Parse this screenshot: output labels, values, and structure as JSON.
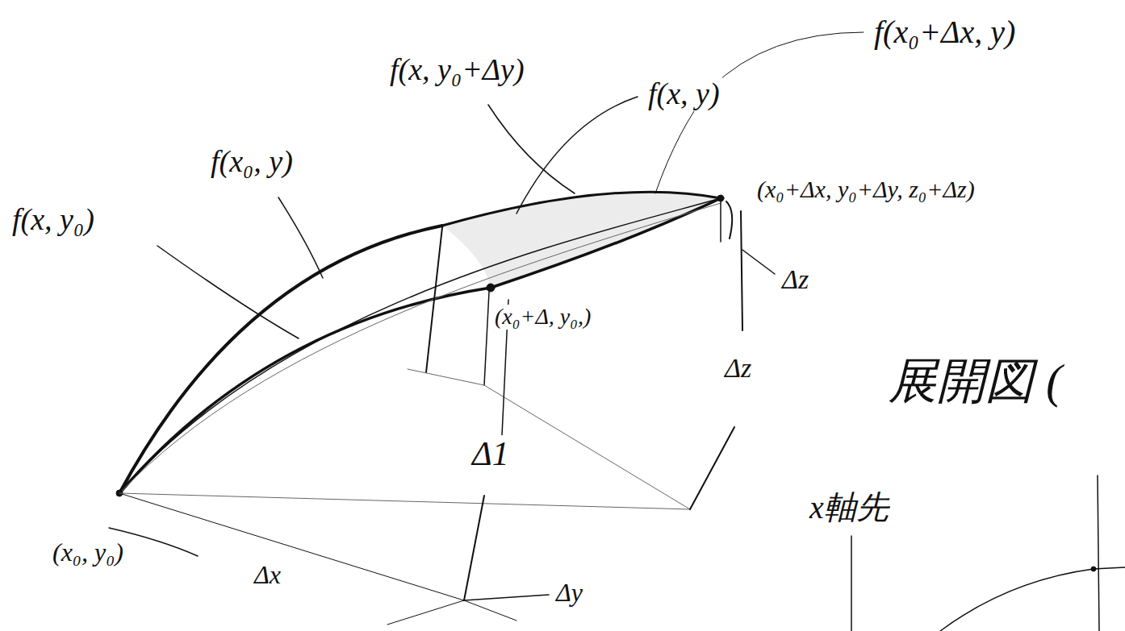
{
  "diagram": {
    "labels": [
      "f(x₀+Δx, y)",
      "f(x, y₀+Δy)",
      "f(x, y)",
      "f(x₀, y)",
      "f(x, y₀)",
      "(x₀+Δx, y₀+Δy, z₀+Δz)",
      "Δz",
      "(x₀+Δ, y₀,)",
      "Δz",
      "Δ1",
      "展開図 (",
      "x軸先",
      "(x₀, y₀)",
      "Δx",
      "Δy"
    ]
  }
}
